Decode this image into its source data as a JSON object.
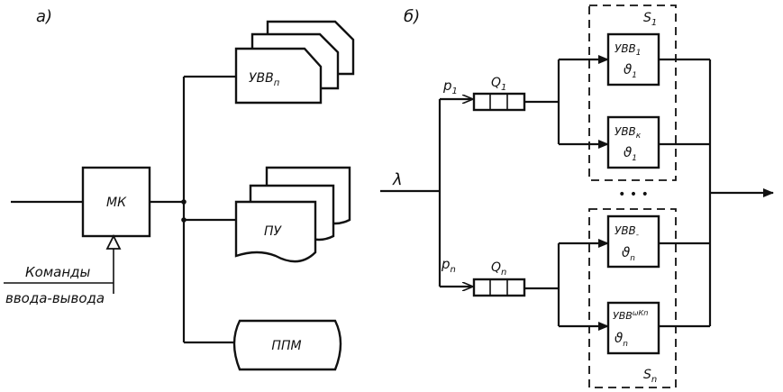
{
  "part_a": {
    "label": "а)",
    "controller": "МК",
    "commands_line1": "Команды",
    "commands_line2": "ввода-вывода",
    "device_top": "УВВ",
    "device_top_sub": "п",
    "device_mid": "ПУ",
    "device_bottom": "ППМ"
  },
  "part_b": {
    "label": "б)",
    "input": "λ",
    "p1": "p",
    "p1_sub": "1",
    "pn": "p",
    "pn_sub": "n",
    "q1": "Q",
    "q1_sub": "1",
    "qn": "Q",
    "qn_sub": "n",
    "s1": "S",
    "s1_sub": "1",
    "sn": "S",
    "sn_sub": "n",
    "ellipsis": "• • •",
    "dev_1_1_a": "УВВ",
    "dev_1_1_sub": "1",
    "dev_1_1_b": "ϑ",
    "dev_1_1_b_sub": "1",
    "dev_1_k_a": "УВВ",
    "dev_1_k_sub": "к",
    "dev_1_k_b": "ϑ",
    "dev_1_k_b_sub": "1",
    "dev_n_1_a": "УВВ",
    "dev_n_1_sub": "-",
    "dev_n_1_b": "ϑ",
    "dev_n_1_b_sub": "n",
    "dev_n_k_a": "УВВ",
    "dev_n_k_sub": "ωКп",
    "dev_n_k_b": "ϑ",
    "dev_n_k_b_sub": "n"
  }
}
